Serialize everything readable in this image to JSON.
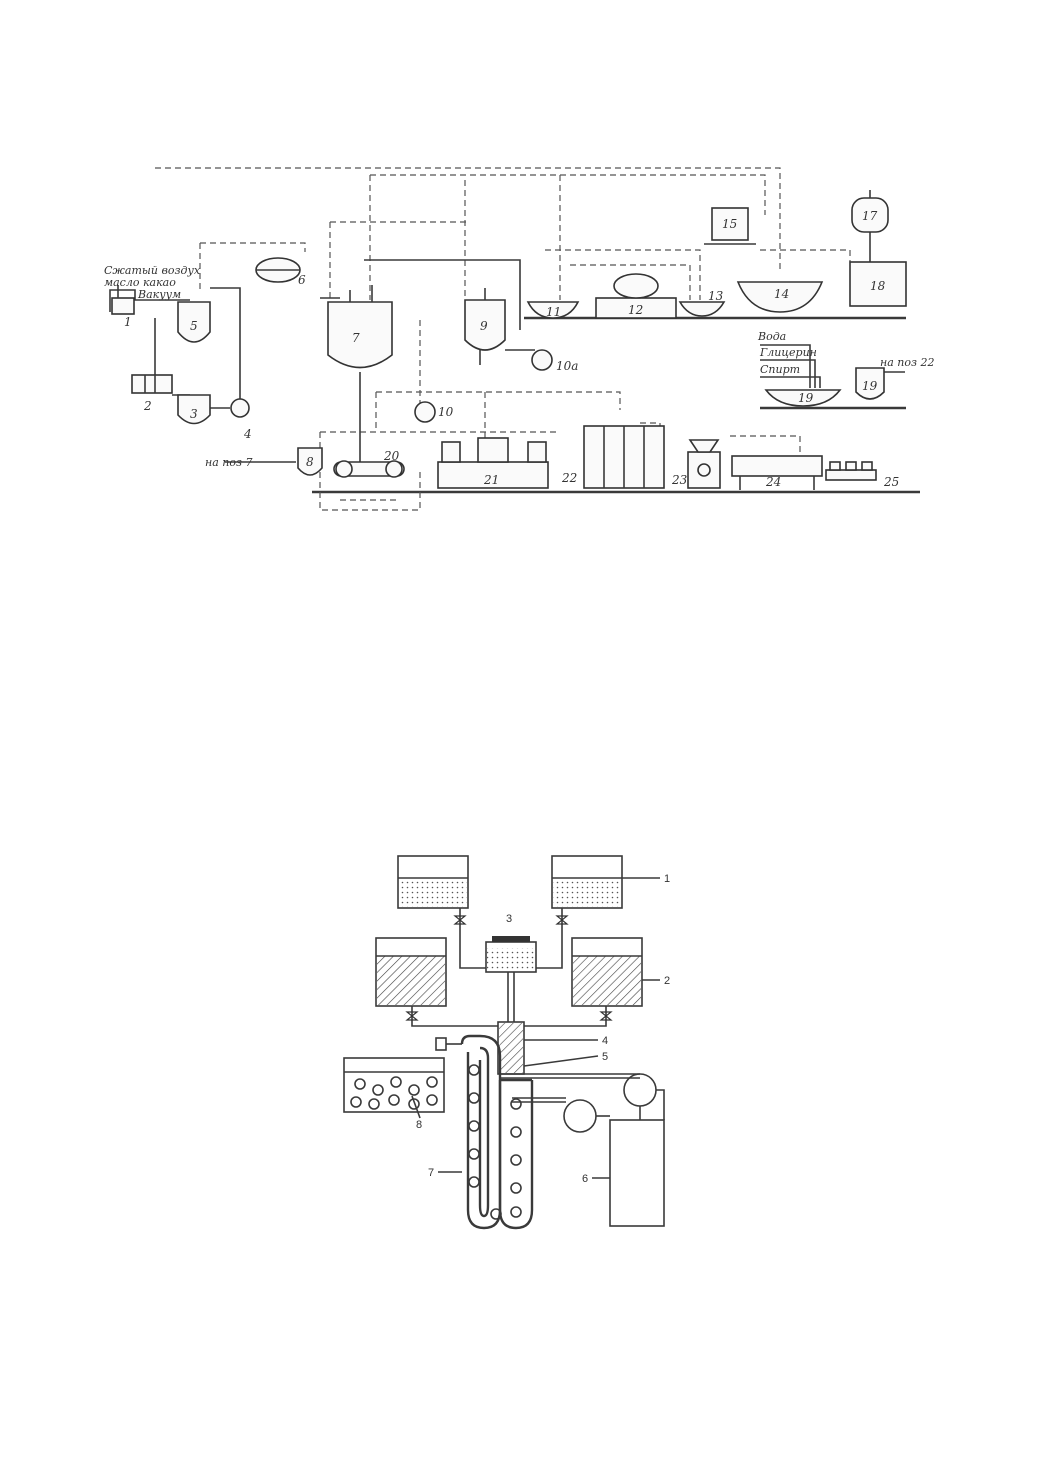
{
  "scheme1": {
    "inputs": {
      "air": "Сжатый воздух",
      "cocoa_butter": "масло какао",
      "vacuum": "Вакуум",
      "water": "Вода",
      "glycerin": "Глицерин",
      "spirit": "Спирт",
      "to_pos7": "на поз 7",
      "to_pos22": "на поз 22"
    },
    "labels": [
      "1",
      "2",
      "3",
      "4",
      "5",
      "6",
      "7",
      "8",
      "9",
      "10",
      "10а",
      "11",
      "12",
      "13",
      "14",
      "15",
      "17",
      "18",
      "19",
      "19",
      "20",
      "21",
      "22",
      "23",
      "24",
      "25"
    ]
  },
  "scheme2": {
    "labels": [
      "1",
      "2",
      "3",
      "4",
      "5",
      "6",
      "7",
      "8"
    ]
  }
}
